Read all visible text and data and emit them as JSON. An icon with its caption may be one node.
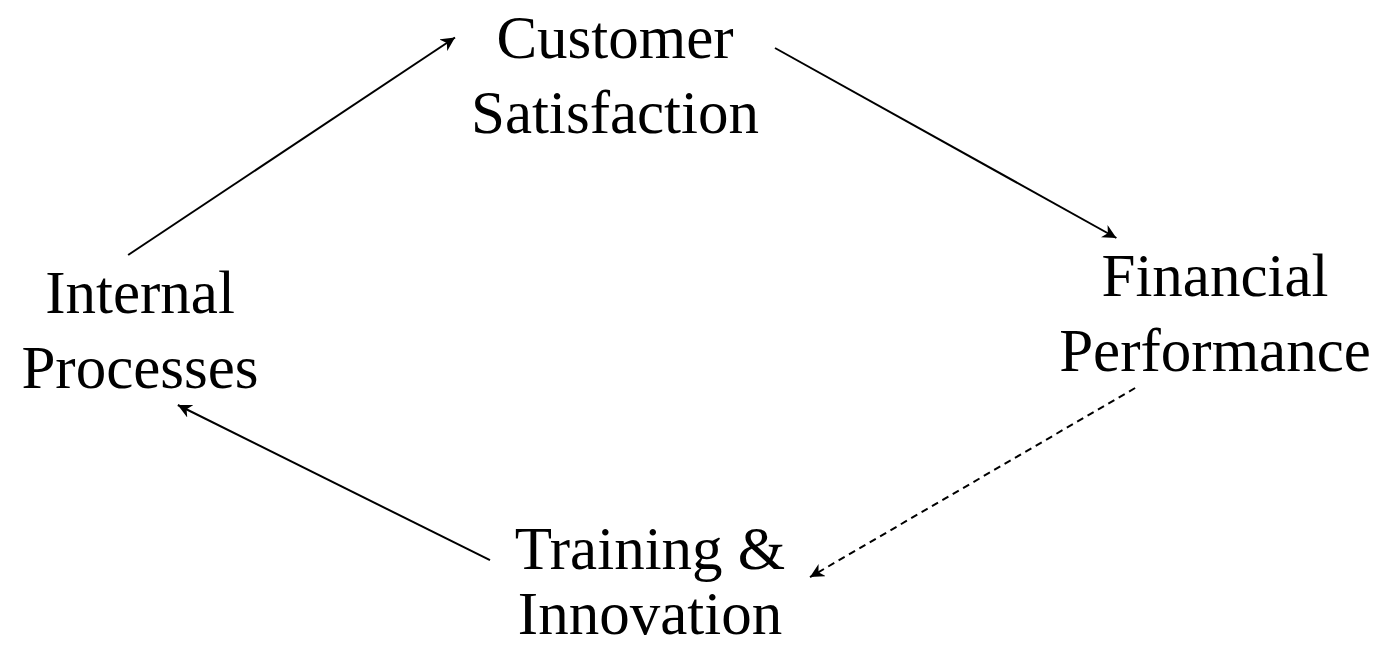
{
  "diagram": {
    "nodes": [
      {
        "text": [
          "Customer Satisfaction"
        ]
      },
      {
        "text": [
          "Financial Performance"
        ]
      },
      {
        "text": [
          "Training & Innovation"
        ]
      },
      {
        "text": [
          "Internal Processes"
        ]
      }
    ],
    "edges": [
      {
        "from": 3,
        "to": 0,
        "arrow": "to"
      },
      {
        "from": 0,
        "to": 1,
        "arrow": "to"
      },
      {
        "from": 1,
        "to": 2,
        "arrow": "to",
        "style": "dashed"
      },
      {
        "from": 2,
        "to": 3,
        "arrow": "to"
      }
    ]
  }
}
